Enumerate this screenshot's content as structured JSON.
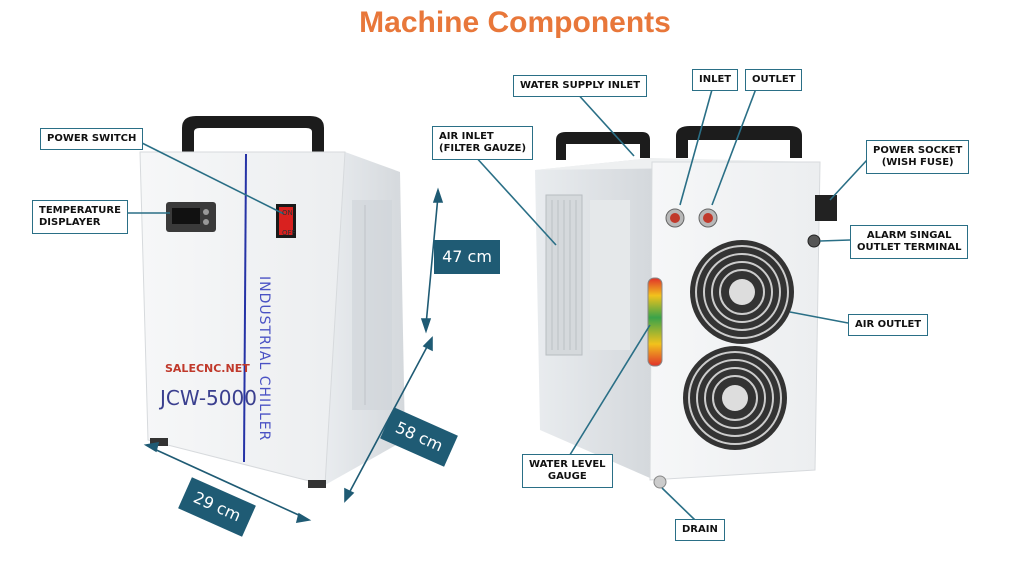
{
  "title": "Machine Components",
  "left_machine": {
    "brand": "SALECNC.NET",
    "model": "JCW-5000",
    "side_text": "INDUSTRIAL CHILLER",
    "switch_on": "ON",
    "switch_off": "OFF"
  },
  "labels": {
    "power_switch": "POWER SWITCH",
    "temperature_line1": "TEMPERATURE",
    "temperature_line2": "DISPLAYER",
    "water_supply_inlet": "WATER SUPPLY INLET",
    "inlet": "INLET",
    "outlet": "OUTLET",
    "air_inlet_line1": "AIR INLET",
    "air_inlet_line2": "(FILTER GAUZE)",
    "power_socket_line1": "POWER SOCKET",
    "power_socket_line2": "(WISH FUSE)",
    "alarm_line1": "ALARM SINGAL",
    "alarm_line2": "OUTLET TERMINAL",
    "air_outlet": "AIR OUTLET",
    "water_level_line1": "WATER LEVEL",
    "water_level_line2": "GAUGE",
    "drain": "DRAIN"
  },
  "dimensions": {
    "height": "47 cm",
    "depth": "58 cm",
    "width": "29 cm"
  },
  "colors": {
    "title": "#e8773a",
    "callout_border": "#2a6f86",
    "dimension_box": "#1f5b74",
    "leader_line": "#2a6f86"
  }
}
